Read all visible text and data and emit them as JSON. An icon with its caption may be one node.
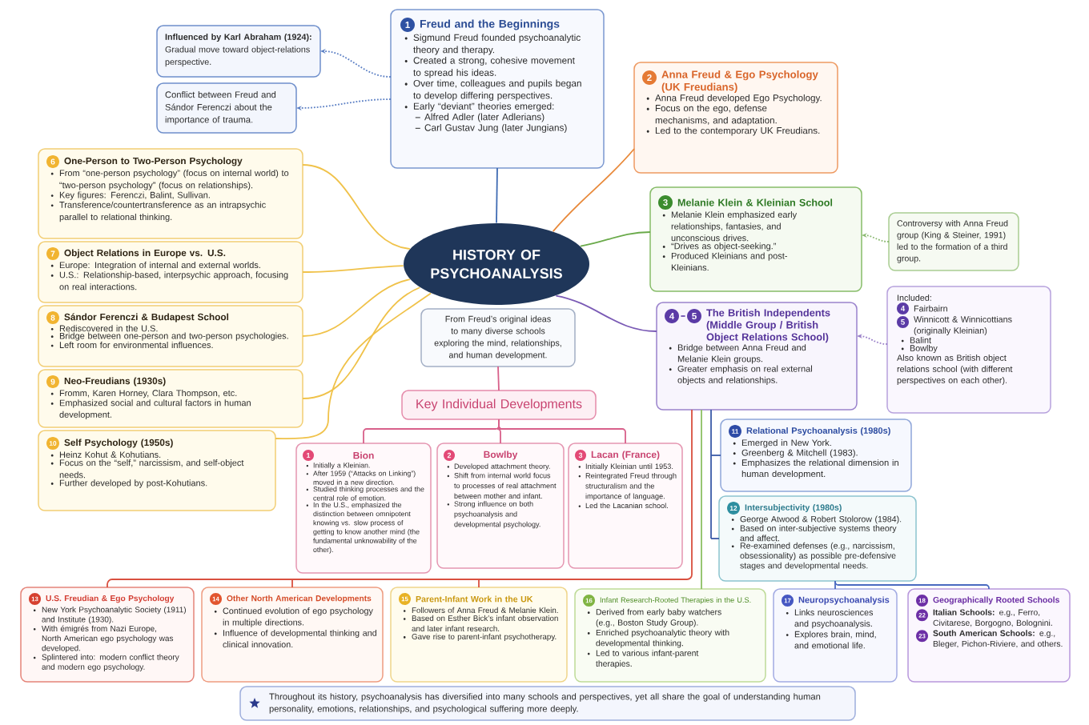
{
  "diagram": {
    "nodes": [
      {
        "text": [
          "HISTORY OF PSYCHOANALYSIS"
        ]
      },
      {
        "text": [
          "From Freud’s original ideas to many diverse schools exploring the mind, relationships, and human development."
        ]
      },
      {
        "text": [
          "1",
          "Freud and the Beginnings",
          "Sigmund Freud founded psychoanalytic theory and therapy.",
          "Created a strong, cohesive movement to spread his ideas.",
          "Over time, colleagues and pupils began to develop differing perspectives.",
          "Early “deviant” theories emerged:",
          "Alfred Adler (later Adlerians)",
          "Carl Gustav Jung (later Jungians)"
        ]
      },
      {
        "text": [
          "**Influenced by Karl Abraham (1924):** Gradual move toward object-relations perspective."
        ]
      },
      {
        "text": [
          "Conflict between Freud and Sándor Ferenczi about the importance of trauma."
        ]
      },
      {
        "text": [
          "2",
          "Anna Freud & Ego Psychology (UK Freudians)",
          "Anna Freud developed Ego Psychology.",
          "Focus on the ego, defense mechanisms, and adaptation.",
          "Led to the contemporary UK Freudians."
        ]
      },
      {
        "text": [
          "3",
          "Melanie Klein & Kleinian School",
          "Melanie Klein emphasized early relationships, fantasies, and unconscious drives.",
          "“Drives as object-seeking.”",
          "Produced Kleinians and post-Kleinians."
        ]
      },
      {
        "text": [
          "Controversy with Anna Freud group (King & Steiner, 1991) led to the formation of a third group."
        ]
      },
      {
        "text": [
          "4",
          "5",
          "The British Independents (Middle Group / British Object Relations School)",
          "Bridge between Anna Freud and Melanie Klein groups.",
          "Greater emphasis on real external objects and relationships."
        ]
      },
      {
        "text": [
          "Included:",
          "4",
          "Fairbairn",
          "5",
          "Winnicott & Winnicottians (originally Kleinian)",
          "Balint",
          "Bowlby",
          "Also known as British object relations school (with different perspectives on each other)."
        ]
      },
      {
        "text": [
          "6",
          "One-Person to Two-Person Psychology",
          "From “one-person psychology” (focus on internal world) to “two-person psychology” (focus on relationships).",
          "Key figures: Ferenczi, Balint, Sullivan.",
          "Transference/countertransference as an intrapsychic parallel to relational thinking."
        ]
      },
      {
        "text": [
          "7",
          "Object Relations in Europe vs. U.S.",
          "Europe: Integration of internal and external worlds.",
          "U.S.: Relationship-based, interpsychic approach, focusing on real interactions."
        ]
      },
      {
        "text": [
          "8",
          "Sándor Ferenczi & Budapest School",
          "Rediscovered in the U.S.",
          "Bridge between one-person and two-person psychologies.",
          "Left room for environmental influences."
        ]
      },
      {
        "text": [
          "9",
          "Neo-Freudians (1930s)",
          "Fromm, Karen Horney, Clara Thompson, etc.",
          "Emphasized social and cultural factors in human development."
        ]
      },
      {
        "text": [
          "10",
          "Self Psychology (1950s)",
          "Heinz Kohut & Kohutians.",
          "Focus on the “self,” narcissism, and self-object needs.",
          "Further developed by post-Kohutians."
        ]
      },
      {
        "text": [
          "Key Individual Developments"
        ]
      },
      {
        "text": [
          "1",
          "Bion",
          "Initially a Kleinian.",
          "After 1959 (“Attacks on Linking”) moved in a new direction.",
          "Studied thinking processes and the central role of emotion.",
          "In the U.S., emphasized the distinction between omnipotent knowing vs. slow process of getting to know another mind (the fundamental unknowability of the other)."
        ]
      },
      {
        "text": [
          "2",
          "Bowlby",
          "Developed attachment theory.",
          "Shift from internal world focus to processes of real attachment between mother and infant.",
          "Strong influence on both psychoanalysis and developmental psychology."
        ]
      },
      {
        "text": [
          "3",
          "Lacan (France)",
          "Initially Kleinian until 1953.",
          "Reintegrated Freud through structuralism and the importance of language.",
          "Led the Lacanian school."
        ]
      },
      {
        "text": [
          "11",
          "Relational Psychoanalysis (1980s)",
          "Emerged in New York.",
          "Greenberg & Mitchell (1983).",
          "Emphasizes the relational dimension in human development."
        ]
      },
      {
        "text": [
          "12",
          "Intersubjectivity (1980s)",
          "George Atwood & Robert Stolorow (1984).",
          "Based on inter-subjective systems theory and affect.",
          "Re-examined defenses (e.g., narcissism, obsessionality) as possible pre-defensive stages and developmental needs."
        ]
      },
      {
        "text": [
          "13",
          "U.S. Freudian & Ego Psychology",
          "New York Psychoanalytic Society (1911) and Institute (1930).",
          "With émigrés from Nazi Europe, North American ego psychology was developed.",
          "Splintered into: modern conflict theory and modern ego psychology."
        ]
      },
      {
        "text": [
          "14",
          "Other North American Developments",
          "Continued evolution of ego psychology in multiple directions.",
          "Influence of developmental thinking and clinical innovation."
        ]
      },
      {
        "text": [
          "15",
          "Parent-Infant Work in the UK",
          "Followers of Anna Freud & Melanie Klein.",
          "Based on Esther Bick’s infant observation and later infant research.",
          "Gave rise to parent-infant psychotherapy."
        ]
      },
      {
        "text": [
          "16",
          "Infant Research-Rooted Therapies in the U.S.",
          "Derived from early baby watchers (e.g., Boston Study Group).",
          "Enriched psychoanalytic theory with developmental thinking.",
          "Led to various infant-parent therapies."
        ]
      },
      {
        "text": [
          "17",
          "Neuropsychoanalysis",
          "Links neurosciences and psychoanalysis.",
          "Explores brain, mind, and emotional life."
        ]
      },
      {
        "text": [
          "18",
          "Geographically Rooted Schools",
          "22",
          "**Italian Schools:** e.g., Ferro, Civitarese, Borgogno, Bolognini.",
          "23",
          "**South American Schools:** e.g., Bleger, Pichon-Riviere, and others."
        ]
      },
      {
        "text": [
          "Throughout its history, psychoanalysis has diversified into many schools and perspectives, yet all share the goal of understanding human personality, emotions, relationships, and psychological suffering more deeply."
        ]
      }
    ],
    "edges": [
      {
        "from": 0,
        "to": 2,
        "arrow": "none",
        "color": "#3f6bb3"
      },
      {
        "from": 0,
        "to": 5,
        "arrow": "none",
        "color": "#e8893a"
      },
      {
        "from": 0,
        "to": 6,
        "arrow": "none",
        "color": "#6aaa4a"
      },
      {
        "from": 0,
        "to": 8,
        "arrow": "none",
        "color": "#7a5ab5"
      },
      {
        "from": 0,
        "to": 10,
        "arrow": "none",
        "color": "#f0c24a"
      },
      {
        "from": 0,
        "to": 11,
        "arrow": "none",
        "color": "#f0c24a"
      },
      {
        "from": 0,
        "to": 12,
        "arrow": "none",
        "color": "#f0c24a"
      },
      {
        "from": 0,
        "to": 13,
        "arrow": "none",
        "color": "#f0c24a"
      },
      {
        "from": 0,
        "to": 14,
        "arrow": "none",
        "color": "#f0c24a"
      },
      {
        "from": 2,
        "to": 3,
        "arrow": "to",
        "style": "dashed",
        "color": "#5b7fc4"
      },
      {
        "from": 2,
        "to": 4,
        "arrow": "to",
        "style": "dashed",
        "color": "#5b7fc4"
      },
      {
        "from": 7,
        "to": 6,
        "arrow": "to",
        "style": "dashed",
        "color": "#8ab870"
      },
      {
        "from": 9,
        "to": 8,
        "arrow": "to",
        "style": "dashed",
        "color": "#9a80c8"
      },
      {
        "from": 1,
        "to": 15,
        "arrow": "none",
        "color": "#d8608a"
      },
      {
        "from": 15,
        "to": 16,
        "arrow": "none",
        "color": "#d8608a"
      },
      {
        "from": 15,
        "to": 17,
        "arrow": "none",
        "color": "#d8608a"
      },
      {
        "from": 15,
        "to": 18,
        "arrow": "none",
        "color": "#d8608a"
      },
      {
        "from": 8,
        "to": 21,
        "arrow": "none",
        "color": "#d9503f"
      },
      {
        "from": 8,
        "to": 22,
        "arrow": "none",
        "color": "#d9503f"
      },
      {
        "from": 8,
        "to": 23,
        "arrow": "none",
        "color": "#d9503f"
      },
      {
        "from": 8,
        "to": 24,
        "arrow": "none",
        "color": "#8cc063"
      },
      {
        "from": 8,
        "to": 19,
        "arrow": "none",
        "color": "#3a5aa8"
      },
      {
        "from": 8,
        "to": 20,
        "arrow": "none",
        "color": "#3a5aa8"
      },
      {
        "from": 20,
        "to": 25,
        "arrow": "none",
        "color": "#4a6ac0"
      },
      {
        "from": 20,
        "to": 26,
        "arrow": "none",
        "color": "#4a6ac0"
      }
    ]
  }
}
